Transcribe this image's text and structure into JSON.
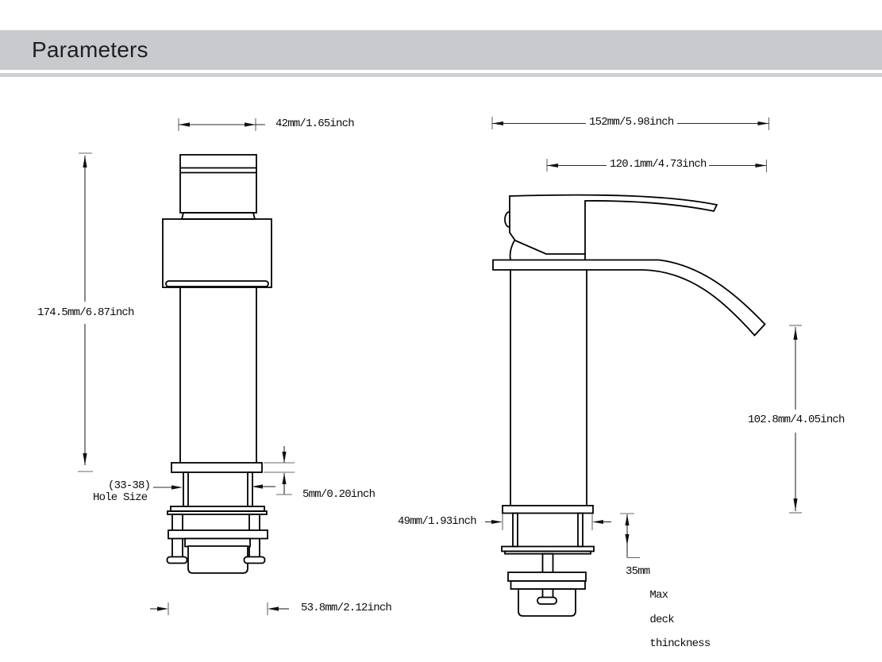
{
  "header": {
    "title": "Parameters"
  },
  "colors": {
    "header_bar": "#c8cacd",
    "divider_strip": "#cfd0d3",
    "line": "#000000",
    "background": "#ffffff"
  },
  "front_view": {
    "dimensions": {
      "handle_width": "42mm/1.65inch",
      "total_height": "174.5mm/6.87inch",
      "hole_size_line1": "(33-38)",
      "hole_size_line2": "Hole Size",
      "flange_thickness": "5mm/0.20inch",
      "base_width": "53.8mm/2.12inch"
    }
  },
  "side_view": {
    "dimensions": {
      "total_depth": "152mm/5.98inch",
      "spout_reach": "120.1mm/4.73inch",
      "spout_outlet_height": "102.8mm/4.05inch",
      "flange_width": "49mm/1.93inch",
      "deck_note_line1": "35mm",
      "deck_note_line2": "Max",
      "deck_note_line3": "deck",
      "deck_note_line4": "thinckness"
    }
  }
}
